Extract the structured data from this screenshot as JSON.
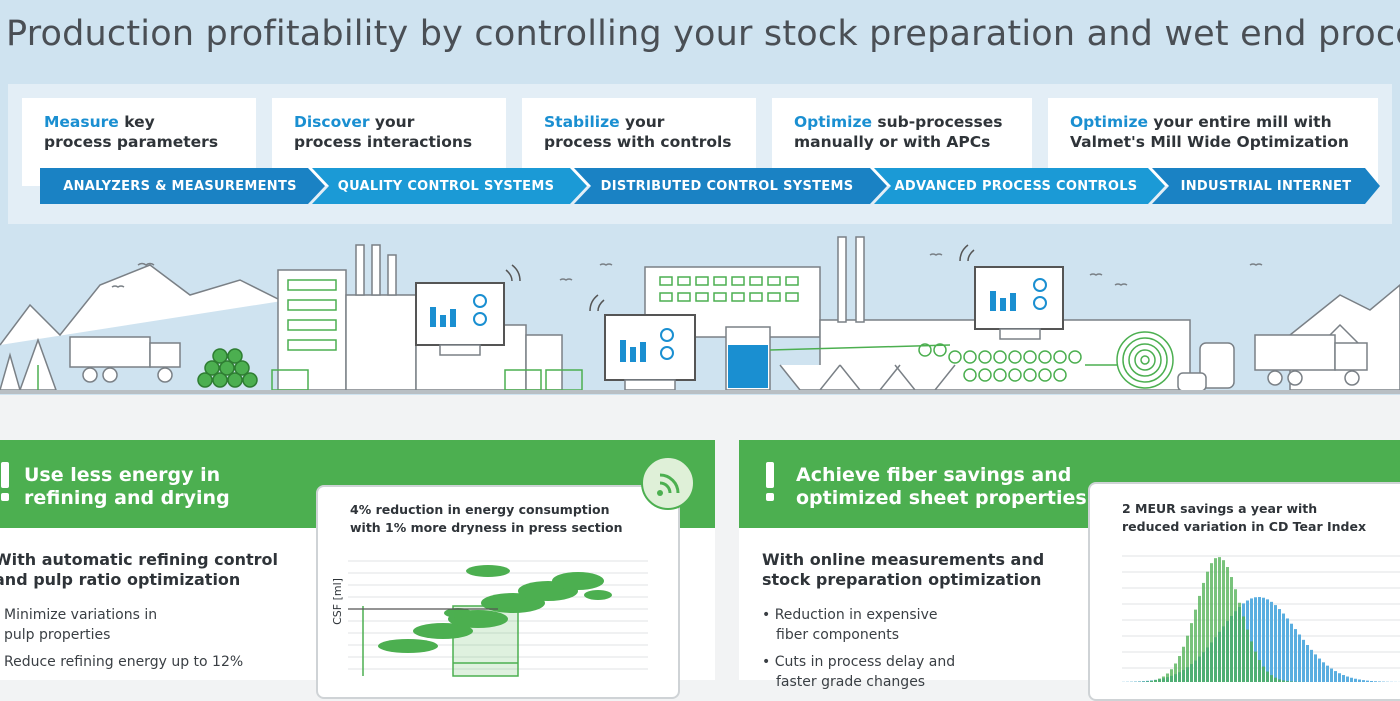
{
  "header": {
    "title": "Production profitability by controlling your stock preparation and wet end process"
  },
  "steps": [
    {
      "highlight": "Measure",
      "rest1": " key",
      "line2": "process parameters"
    },
    {
      "highlight": "Discover",
      "rest1": " your",
      "line2": "process interactions"
    },
    {
      "highlight": "Stabilize",
      "rest1": " your",
      "line2": "process with controls"
    },
    {
      "highlight": "Optimize",
      "rest1": " sub-processes",
      "line2": "manually or with APCs"
    },
    {
      "highlight": "Optimize",
      "rest1": " your entire mill with",
      "line2": "Valmet's Mill Wide Optimization"
    }
  ],
  "chevrons": [
    {
      "label": "ANALYZERS & MEASUREMENTS",
      "color": "#1a82c4"
    },
    {
      "label": "QUALITY CONTROL SYSTEMS",
      "color": "#1b9ad6"
    },
    {
      "label": "DISTRIBUTED  CONTROL SYSTEMS",
      "color": "#1a82c4"
    },
    {
      "label": "ADVANCED PROCESS CONTROLS",
      "color": "#1b9ad6"
    },
    {
      "label": "INDUSTRIAL INTERNET",
      "color": "#1a82c4"
    }
  ],
  "colors": {
    "green": "#4caf50",
    "blue": "#1a8fd1",
    "sky": "#cfe3f0"
  },
  "left_panel": {
    "heading_line1": "Use less energy in",
    "heading_line2": "refining and drying",
    "subhead_line1": "With automatic refining control",
    "subhead_line2": "and pulp ratio optimization",
    "bullets": [
      "Minimize variations in",
      "pulp properties",
      "Reduce refining energy up to 12%"
    ],
    "chart": {
      "title_line1": "4% reduction in energy consumption",
      "title_line2": "with 1% more dryness in press section",
      "ylabel": "CSF [ml]"
    },
    "icon": "wifi-signal-icon"
  },
  "right_panel": {
    "heading_line1": "Achieve fiber savings and",
    "heading_line2": "optimized sheet properties",
    "subhead_line1": "With online measurements and",
    "subhead_line2": "stock preparation optimization",
    "bullets": [
      "•  Reduction in expensive",
      "fiber components",
      "•  Cuts in process delay and",
      "faster grade changes"
    ],
    "chart": {
      "title_line1": "2 MEUR savings a year with",
      "title_line2": "reduced variation in CD Tear Index"
    }
  }
}
